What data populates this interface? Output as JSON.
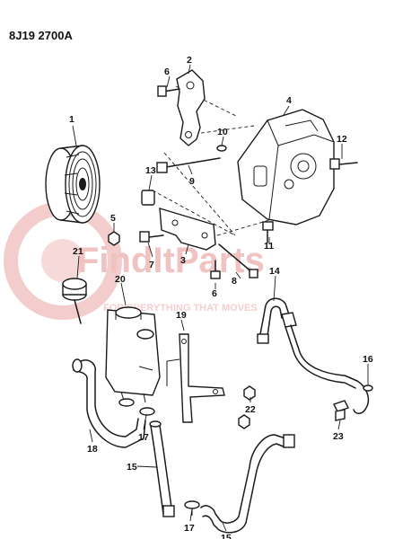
{
  "drawing_code": "8J19  2700A",
  "watermark": {
    "brand": "FindItParts",
    "tagline": "FOR EVERYTHING THAT MOVES",
    "color": "#f0c2c2"
  },
  "callouts": [
    {
      "id": "c1",
      "label": "1"
    },
    {
      "id": "c2",
      "label": "2"
    },
    {
      "id": "c3",
      "label": "3"
    },
    {
      "id": "c4",
      "label": "4"
    },
    {
      "id": "c5",
      "label": "5"
    },
    {
      "id": "c6a",
      "label": "6"
    },
    {
      "id": "c6b",
      "label": "6"
    },
    {
      "id": "c7",
      "label": "7"
    },
    {
      "id": "c8",
      "label": "8"
    },
    {
      "id": "c9",
      "label": "9"
    },
    {
      "id": "c10",
      "label": "10"
    },
    {
      "id": "c11",
      "label": "11"
    },
    {
      "id": "c12",
      "label": "12"
    },
    {
      "id": "c13",
      "label": "13"
    },
    {
      "id": "c14",
      "label": "14"
    },
    {
      "id": "c15a",
      "label": "15"
    },
    {
      "id": "c15b",
      "label": "15"
    },
    {
      "id": "c16",
      "label": "16"
    },
    {
      "id": "c17a",
      "label": "17"
    },
    {
      "id": "c17b",
      "label": "17"
    },
    {
      "id": "c18",
      "label": "18"
    },
    {
      "id": "c19",
      "label": "19"
    },
    {
      "id": "c20",
      "label": "20"
    },
    {
      "id": "c21",
      "label": "21"
    },
    {
      "id": "c22",
      "label": "22"
    },
    {
      "id": "c23",
      "label": "23"
    }
  ]
}
